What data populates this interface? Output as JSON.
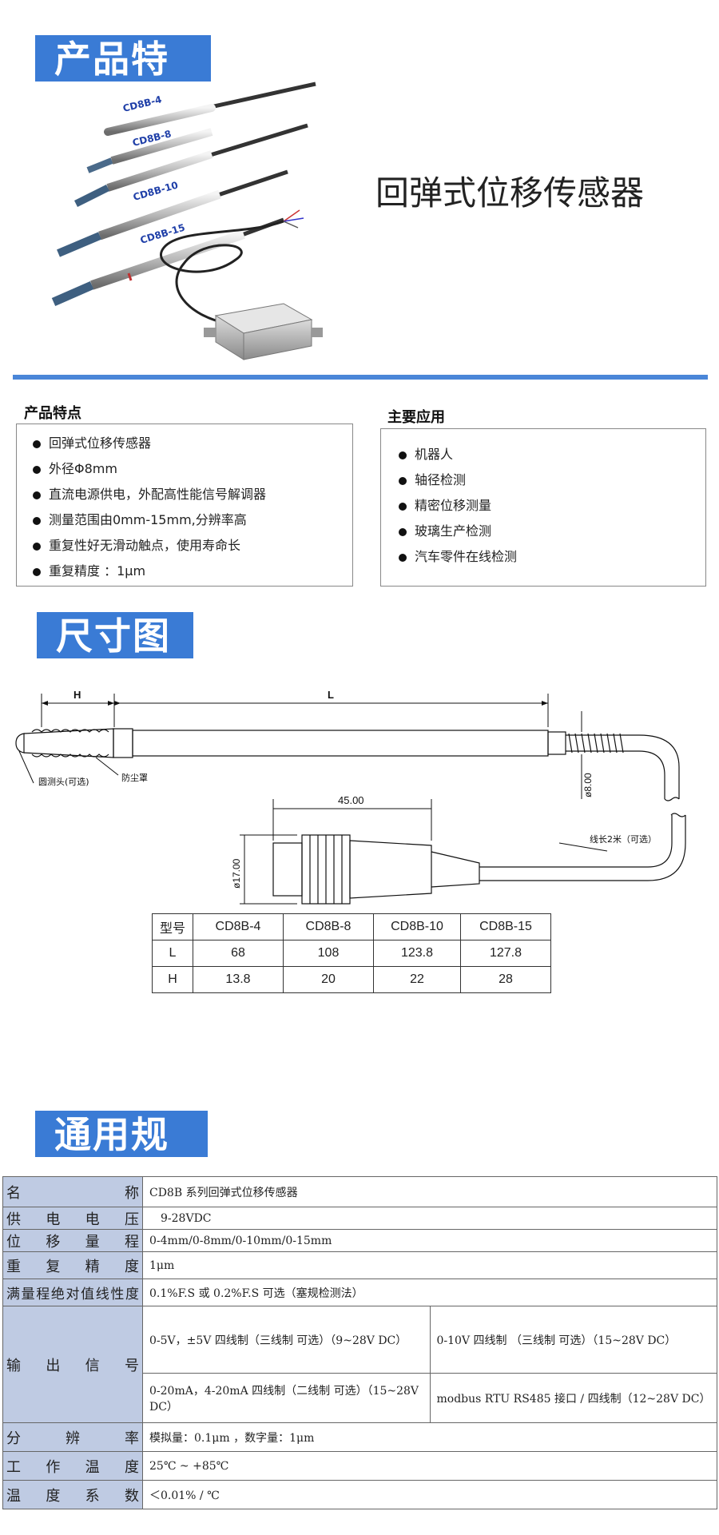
{
  "features_banner": "产品特点",
  "product_title": "回弹式位移传感器",
  "model_tags": [
    "CD8B-4",
    "CD8B-8",
    "CD8B-10",
    "CD8B-15"
  ],
  "features_box": {
    "title": "产品特点",
    "items": [
      "回弹式位移传感器",
      "外径Φ8mm",
      "直流电源供电，外配高性能信号解调器",
      "测量范围由0mm-15mm,分辨率高",
      "重复性好无滑动触点，使用寿命长",
      "重复精度 ：1μm"
    ]
  },
  "apps_box": {
    "title": "主要应用",
    "items": [
      "机器人",
      "轴径检测",
      "精密位移测量",
      "玻璃生产检测",
      "汽车零件在线检测"
    ]
  },
  "dimension_banner": "尺寸图",
  "drawing": {
    "h_label": "H",
    "l_label": "L",
    "ball_tip_label": "圆测头(可选)",
    "dust_cover_label": "防尘罩",
    "diameter_8": "ø8.00",
    "dim_45": "45.00",
    "diameter_17": "ø17.00",
    "cable_label": "线长2米（可选）"
  },
  "dimension_table": {
    "headers": [
      "型号",
      "CD8B-4",
      "CD8B-8",
      "CD8B-10",
      "CD8B-15"
    ],
    "rows": [
      [
        "L",
        "68",
        "108",
        "123.8",
        "127.8"
      ],
      [
        "H",
        "13.8",
        "20",
        "22",
        "28"
      ]
    ]
  },
  "spec_banner": "通用规格",
  "spec": {
    "name_label": "名称",
    "name_value": "CD8B 系列回弹式位移传感器",
    "supply_label": "供电电压",
    "supply_value": "9-28VDC",
    "range_label": "位移量程",
    "range_value": "0-4mm/0-8mm/0-10mm/0-15mm",
    "repeat_label": "重复精度",
    "repeat_value": "1μm",
    "linearity_label": "满量程绝对值线性度",
    "linearity_value": "0.1%F.S 或 0.2%F.S 可选（塞规检测法）",
    "output_label": "输出信号",
    "output_1": "0-5V，±5V 四线制（三线制 可选）（9~28V DC）",
    "output_2": "0-10V 四线制 （三线制 可选）（15~28V DC）",
    "output_3": "0-20mA，4-20mA 四线制（二线制 可选）（15~28V DC）",
    "output_4": "modbus RTU RS485 接口 / 四线制（12~28V DC）",
    "resolution_label": "分辨率",
    "resolution_value": "模拟量：0.1μm ，数字量：1μm",
    "temp_label": "工作温度",
    "temp_value": "25℃ ~ +85℃",
    "coef_label": "温度系数",
    "coef_value": "＜0.01% / ℃"
  }
}
